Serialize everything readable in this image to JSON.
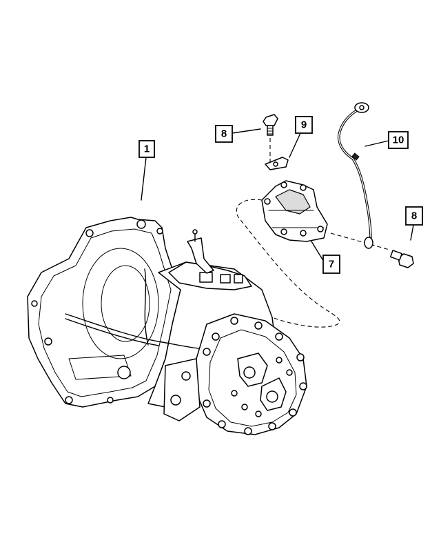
{
  "callouts": [
    {
      "id": "c1",
      "label": "1"
    },
    {
      "id": "c8a",
      "label": "8"
    },
    {
      "id": "c9",
      "label": "9"
    },
    {
      "id": "c10",
      "label": "10"
    },
    {
      "id": "c8b",
      "label": "8"
    },
    {
      "id": "c7",
      "label": "7"
    }
  ],
  "parts": {
    "transaxle": "transaxle-assembly",
    "bracket": "mount-bracket",
    "bolt": "bolt",
    "clip": "clip-bracket",
    "cable": "ground-strap"
  }
}
